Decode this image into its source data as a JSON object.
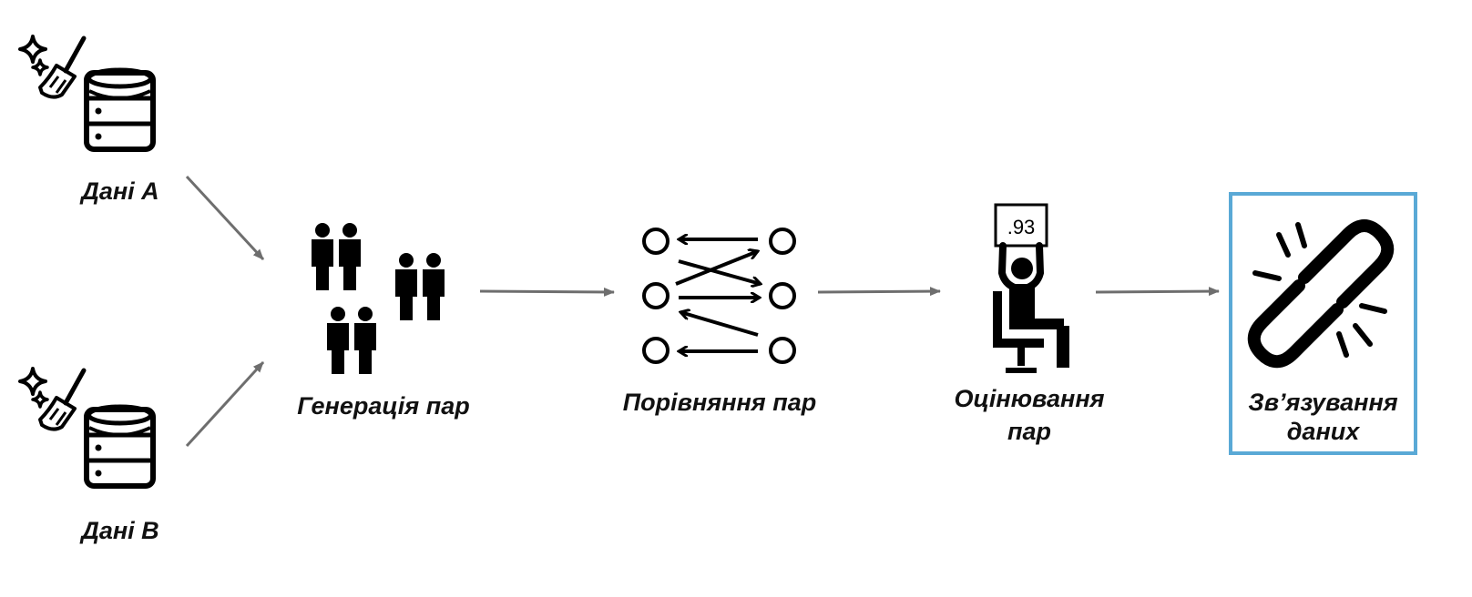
{
  "labels": {
    "data_a": "Дані A",
    "data_b": "Дані B",
    "pair_generation": "Генерація пар",
    "pair_comparison": "Порівняння пар",
    "pair_scoring_line1": "Оцінювання",
    "pair_scoring_line2": "пар",
    "linking_line1": "Зв’язування",
    "linking_line2": "даних"
  },
  "score_card": ".93",
  "colors": {
    "icon": "#000000",
    "arrow": "#6e6e6e",
    "highlight_border": "#5aa9d6"
  },
  "icons": {
    "data_a": "clean-database-icon",
    "data_b": "clean-database-icon",
    "pair_generation": "people-pairs-icon",
    "pair_comparison": "compare-pairs-icon",
    "pair_scoring": "judge-score-icon",
    "linking": "broken-chain-link-icon"
  }
}
